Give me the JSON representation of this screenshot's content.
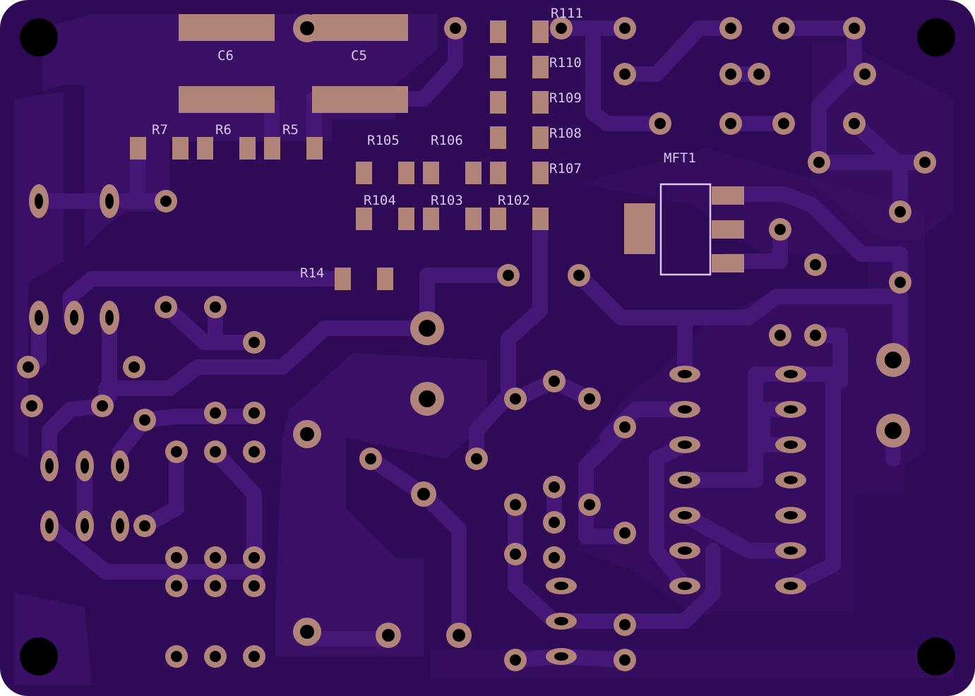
{
  "colors": {
    "board": "#2f0a57",
    "copper": "#3d1469",
    "pad": "#b08478",
    "hole": "#000000",
    "silk": "#d9c8ee"
  },
  "labels": {
    "c6": "C6",
    "c5": "C5",
    "r7": "R7",
    "r6": "R6",
    "r5": "R5",
    "r105": "R105",
    "r106": "R106",
    "r104": "R104",
    "r103": "R103",
    "r102": "R102",
    "r111": "R111",
    "r110": "R110",
    "r109": "R109",
    "r108": "R108",
    "r107": "R107",
    "r14": "R14",
    "mft1": "MFT1"
  }
}
